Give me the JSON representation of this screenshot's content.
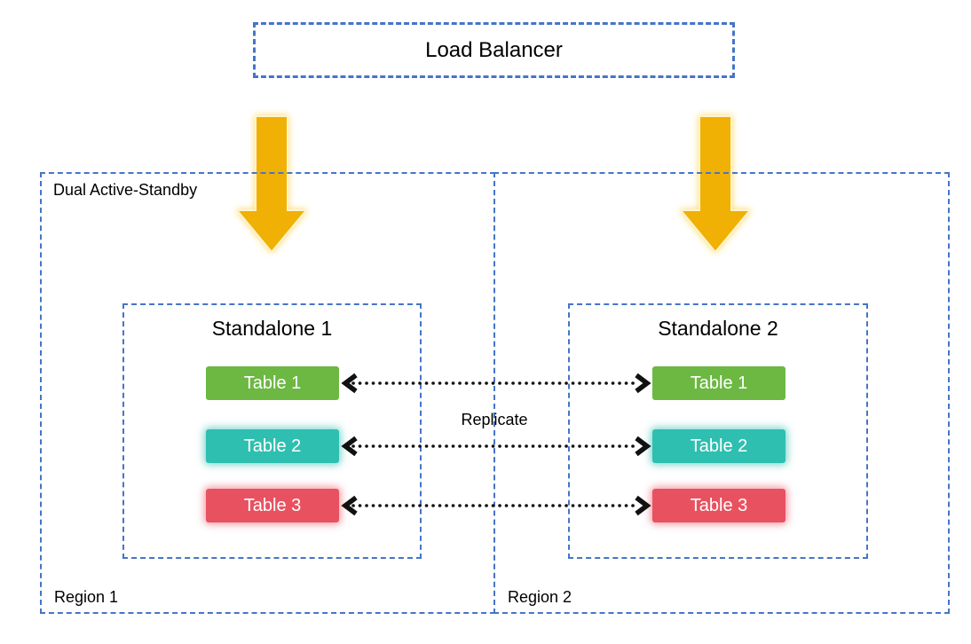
{
  "colors": {
    "border_blue": "#4575C8",
    "arrow_gold": "#F0B104",
    "arrow_glow": "#FFD966",
    "table_green": "#6CB843",
    "table_teal": "#2FBFB0",
    "table_red": "#E85260",
    "table_text": "#FFFFFF",
    "replicate_arrow_black": "#111111"
  },
  "load_balancer": {
    "label": "Load Balancer"
  },
  "regions": [
    {
      "name": "Region 1",
      "mode_label": "Dual Active-Standby",
      "standalone": {
        "title": "Standalone 1",
        "tables": [
          "Table 1",
          "Table 2",
          "Table 3"
        ]
      }
    },
    {
      "name": "Region 2",
      "standalone": {
        "title": "Standalone 2",
        "tables": [
          "Table 1",
          "Table 2",
          "Table 3"
        ]
      }
    }
  ],
  "replication": {
    "label": "Replicate"
  }
}
